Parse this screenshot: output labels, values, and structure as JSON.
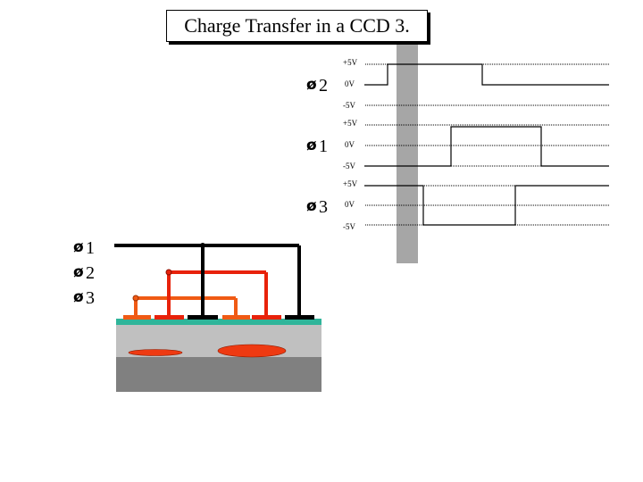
{
  "title": "Charge Transfer in a CCD 3.",
  "phase_symbol": "ø",
  "timing": {
    "rows": [
      {
        "phase": "2",
        "plus": "+5V",
        "zero": "0V",
        "minus": "-5V"
      },
      {
        "phase": "1",
        "plus": "+5V",
        "zero": "0V",
        "minus": "-5V"
      },
      {
        "phase": "3",
        "plus": "+5V",
        "zero": "0V",
        "minus": "-5V"
      }
    ]
  },
  "cross_section": {
    "legend": [
      "1",
      "2",
      "3"
    ]
  },
  "colors": {
    "phase1": "#000000",
    "phase2": "#e8220a",
    "phase3": "#f05a14",
    "time_marker": "#a6a6a6",
    "insulator": "#2fb59a",
    "substrate_top": "#c0c0c0",
    "substrate_bottom": "#808080",
    "charge": "#ee3a12"
  }
}
